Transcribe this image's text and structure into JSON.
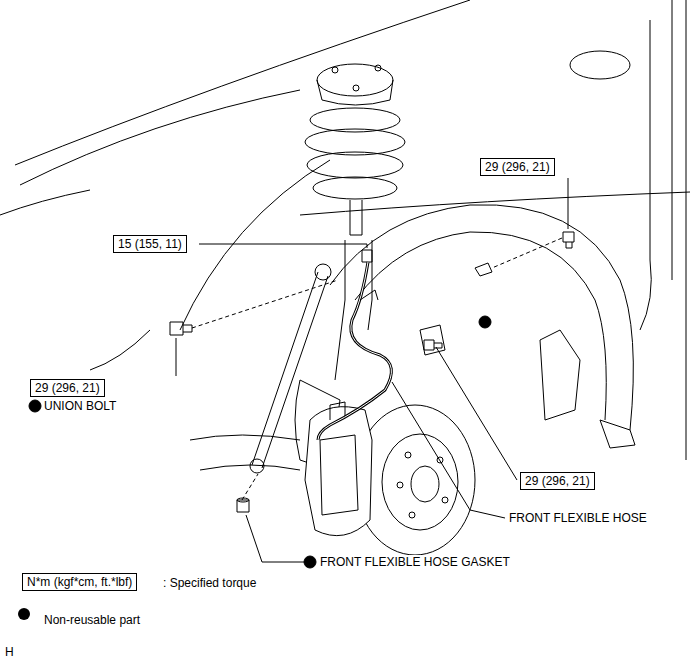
{
  "diagram": {
    "nodes": [
      {
        "text": [
          "29 (296, 21)"
        ]
      },
      {
        "text": [
          "15 (155, 11)"
        ]
      },
      {
        "text": [
          "29 (296, 21)"
        ]
      },
      {
        "text": [
          "29 (296, 21)"
        ]
      },
      {
        "text": [
          "N*m (kgf*cm, ft.*lbf)"
        ]
      }
    ],
    "labels": [
      "UNION BOLT",
      "FRONT FLEXIBLE HOSE",
      "FRONT FLEXIBLE HOSE GASKET",
      ": Specified torque",
      "H"
    ],
    "legend": [
      {
        "text": "Non-reusable part",
        "color": "#000000"
      }
    ]
  }
}
